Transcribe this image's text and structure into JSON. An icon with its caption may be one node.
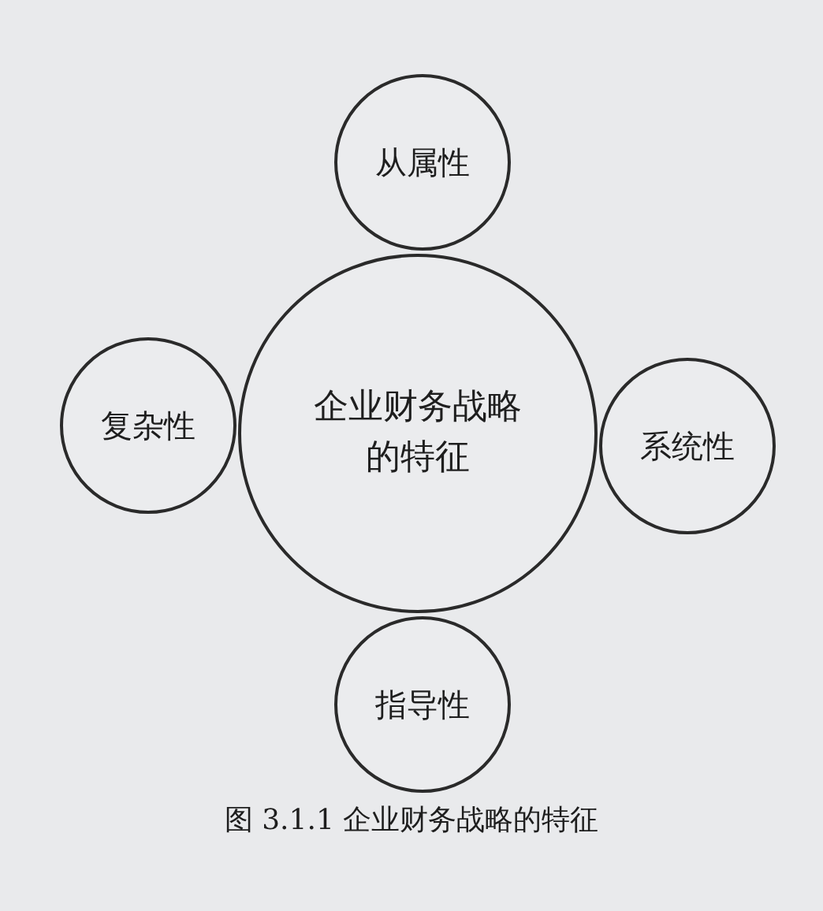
{
  "diagram": {
    "caption": "图 3.1.1 企业财务战略的特征",
    "nodes": [
      {
        "text": [
          "企业财务战略的特征"
        ]
      },
      {
        "text": [
          "从属性"
        ]
      },
      {
        "text": [
          "系统性"
        ]
      },
      {
        "text": [
          "指导性"
        ]
      },
      {
        "text": [
          "复杂性"
        ]
      }
    ]
  }
}
